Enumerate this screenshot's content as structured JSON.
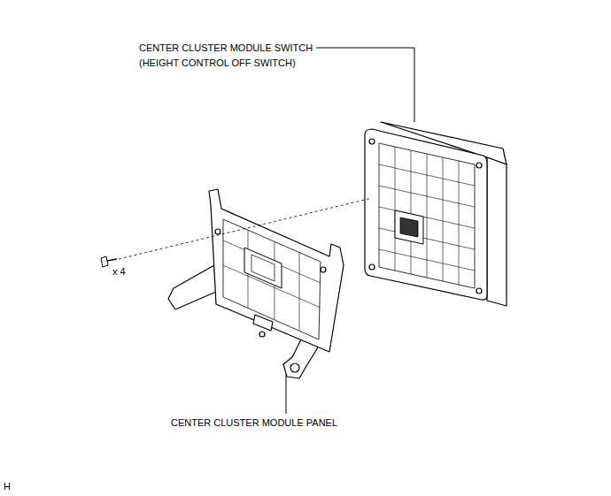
{
  "diagram": {
    "labels": [
      "CENTER CLUSTER MODULE SWITCH (HEIGHT CONTROL OFF SWITCH)",
      "CENTER CLUSTER MODULE PANEL",
      "x 4",
      "H"
    ]
  }
}
